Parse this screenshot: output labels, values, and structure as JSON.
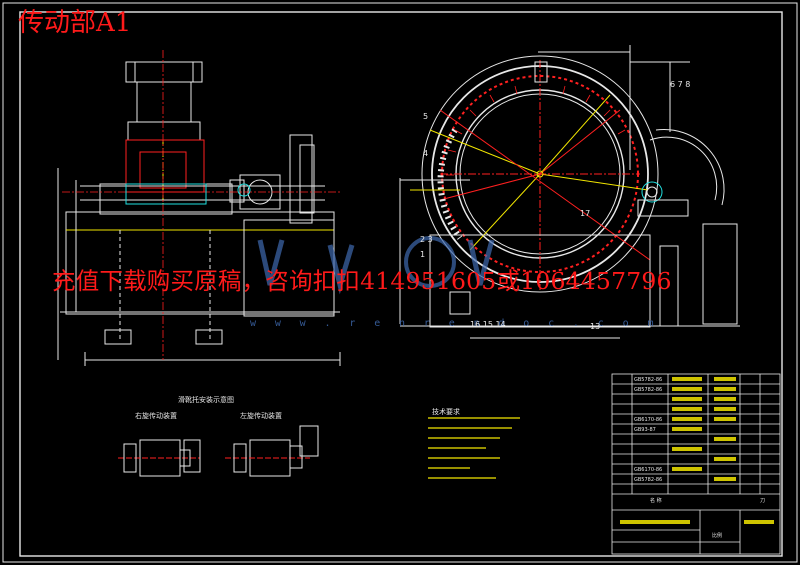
{
  "sheet_title": "传动部A1",
  "watermark": {
    "text": "充值下载购买原稿，咨询扣扣414951605或1064457796",
    "site": "w w w . r e n r e n d o c . c o m"
  },
  "sub_views": {
    "header": "滑靴托安装示意图",
    "right_label": "右旋传动装置",
    "left_label": "左旋传动装置"
  },
  "tech_notes": {
    "heading": "技术要求"
  },
  "part_numbers": [
    "5",
    "4",
    "6 7 8",
    "17",
    "2 3",
    "1",
    "16 15 14",
    "13"
  ],
  "title_block": {
    "rows": [
      "GB5782-86",
      "GB5782-86",
      "GB6170-86",
      "GB93-87",
      "GB6170-86",
      "GB5782-86"
    ],
    "names_header": "名 称",
    "company": "刀",
    "scale_label": "比例"
  },
  "colors": {
    "line_white": "#e8e8e8",
    "line_yellow": "#f2e600",
    "line_red": "#ff2020",
    "line_cyan": "#20e0e0",
    "line_magenta": "#ff40ff",
    "background": "#000000"
  }
}
